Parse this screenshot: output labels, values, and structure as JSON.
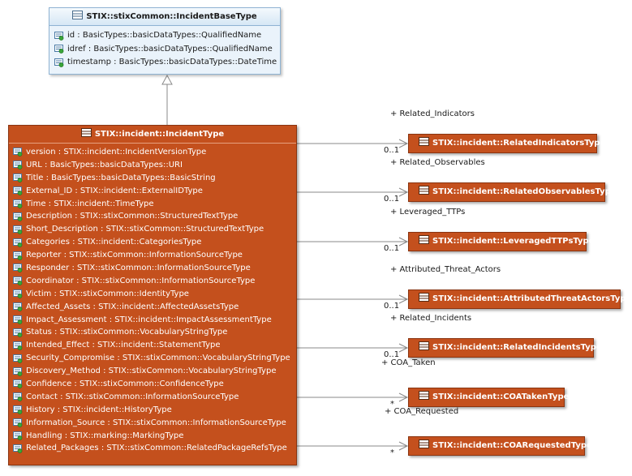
{
  "base_class": {
    "title": "STIX::stixCommon::IncidentBaseType",
    "attributes": [
      "id : BasicTypes::basicDataTypes::QualifiedName",
      "idref : BasicTypes::basicDataTypes::QualifiedName",
      "timestamp : BasicTypes::basicDataTypes::DateTime"
    ]
  },
  "incident_class": {
    "title": "STIX::incident::IncidentType",
    "attributes": [
      "version : STIX::incident::IncidentVersionType",
      "URL : BasicTypes::basicDataTypes::URI",
      "Title : BasicTypes::basicDataTypes::BasicString",
      "External_ID : STIX::incident::ExternalIDType",
      "Time : STIX::incident::TimeType",
      "Description : STIX::stixCommon::StructuredTextType",
      "Short_Description : STIX::stixCommon::StructuredTextType",
      "Categories : STIX::incident::CategoriesType",
      "Reporter : STIX::stixCommon::InformationSourceType",
      "Responder : STIX::stixCommon::InformationSourceType",
      "Coordinator : STIX::stixCommon::InformationSourceType",
      "Victim : STIX::stixCommon::IdentityType",
      "Affected_Assets : STIX::incident::AffectedAssetsType",
      "Impact_Assessment : STIX::incident::ImpactAssessmentType",
      "Status : STIX::stixCommon::VocabularyStringType",
      "Intended_Effect : STIX::incident::StatementType",
      "Security_Compromise : STIX::stixCommon::VocabularyStringType",
      "Discovery_Method : STIX::stixCommon::VocabularyStringType",
      "Confidence : STIX::stixCommon::ConfidenceType",
      "Contact : STIX::stixCommon::InformationSourceType",
      "History : STIX::incident::HistoryType",
      "Information_Source : STIX::stixCommon::InformationSourceType",
      "Handling : STIX::marking::MarkingType",
      "Related_Packages : STIX::stixCommon::RelatedPackageRefsType"
    ]
  },
  "associations": [
    {
      "role": "+ Related_Indicators",
      "multiplicity": "0..1",
      "target": "STIX::incident::RelatedIndicatorsType"
    },
    {
      "role": "+ Related_Observables",
      "multiplicity": "0..1",
      "target": "STIX::incident::RelatedObservablesType"
    },
    {
      "role": "+ Leveraged_TTPs",
      "multiplicity": "0..1",
      "target": "STIX::incident::LeveragedTTPsType"
    },
    {
      "role": "+ Attributed_Threat_Actors",
      "multiplicity": "0..1",
      "target": "STIX::incident::AttributedThreatActorsType"
    },
    {
      "role": "+ Related_Incidents",
      "multiplicity": "0..1",
      "target": "STIX::incident::RelatedIncidentsType"
    },
    {
      "role": "+ COA_Taken",
      "multiplicity": "*",
      "target": "STIX::incident::COATakenType"
    },
    {
      "role": "+ COA_Requested",
      "multiplicity": "*",
      "target": "STIX::incident::COARequestedType"
    }
  ],
  "colors": {
    "class_fill": "#c4501d",
    "base_fill": "#eaf3fb",
    "connector": "#888888"
  }
}
